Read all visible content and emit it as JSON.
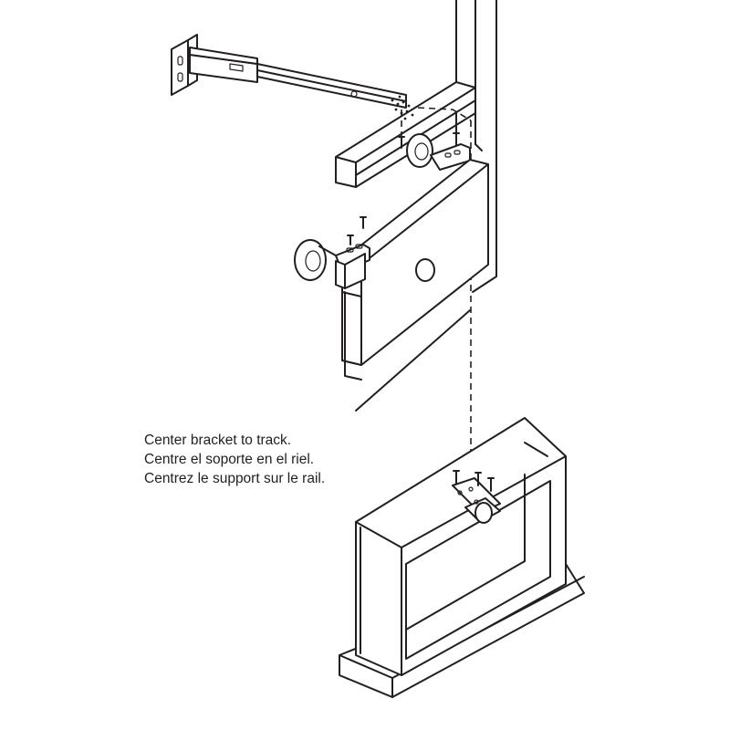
{
  "caption": {
    "english": "Center bracket to track.",
    "spanish": "Centre el soporte en el riel.",
    "french": "Centrez le support sur le rail."
  },
  "parts": {
    "wall_panel": "wall-panel",
    "rail_track": "rail-track",
    "wall_mount_bracket": "wall-mount-bracket",
    "header_beam": "header-beam",
    "door_panel": "door-panel",
    "roller_wheel": "roller-wheel",
    "door_knob": "door-knob",
    "mounting_screw": "mounting-screw",
    "floor_guide": "floor-guide",
    "cabinet_frame": "cabinet-frame"
  },
  "colors": {
    "ink": "#231f20",
    "paper": "#ffffff"
  }
}
